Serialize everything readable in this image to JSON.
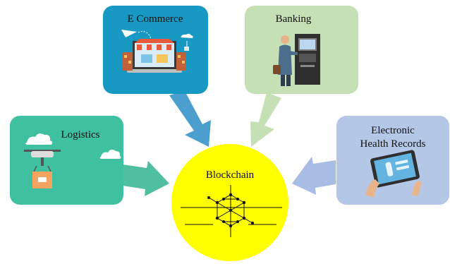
{
  "diagram": {
    "center": {
      "label": "Blockchain",
      "color": "#FFFF00"
    },
    "boxes": [
      {
        "id": "ecommerce",
        "label": "E Commerce",
        "color": "#1899C4",
        "icon": "laptop-shop-icon"
      },
      {
        "id": "banking",
        "label": "Banking",
        "color": "#C5E0B4",
        "icon": "atm-user-icon"
      },
      {
        "id": "logistics",
        "label": "Logistics",
        "color": "#3FC0A0",
        "icon": "drone-delivery-icon"
      },
      {
        "id": "health",
        "label_lines": [
          "Electronic",
          "Health Records"
        ],
        "color": "#B4C7E7",
        "icon": "tablet-hands-icon"
      }
    ],
    "arrow_colors": {
      "ecommerce": "#4A9FCE",
      "banking": "#C5E0B4",
      "logistics": "#4FBFA0",
      "health": "#A7BDE4"
    }
  }
}
